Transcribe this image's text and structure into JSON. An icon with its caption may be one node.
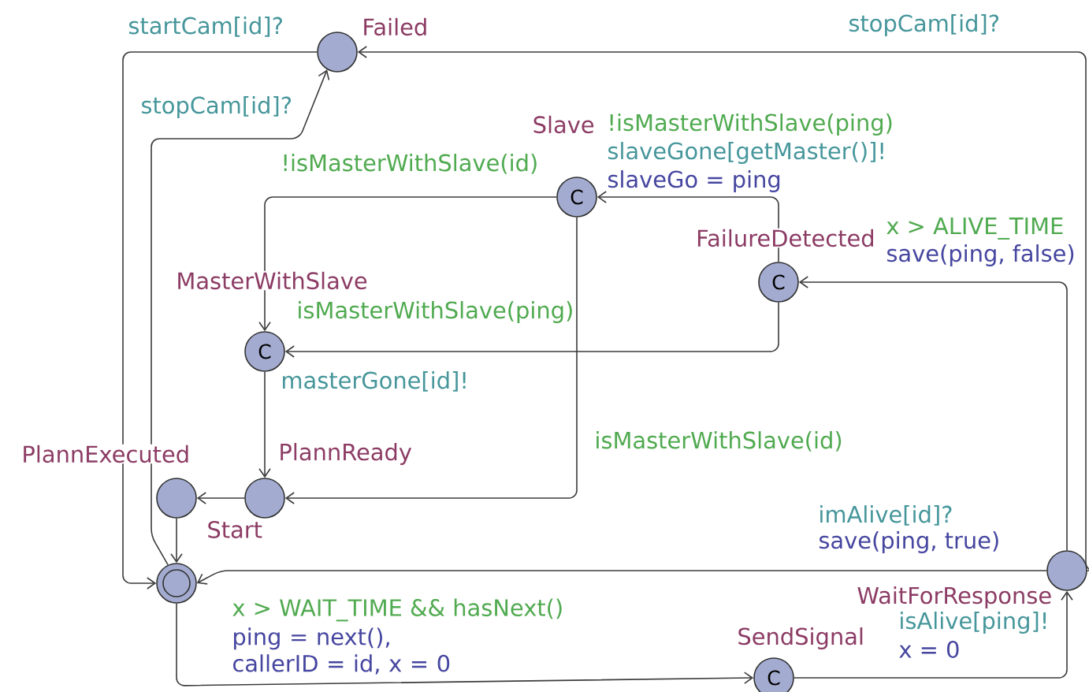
{
  "diagram": {
    "nodes": [
      {
        "text": [],
        "shape": "circle",
        "beside": [
          "Failed"
        ]
      },
      {
        "text": [
          "C"
        ],
        "beside": [
          "Slave"
        ]
      },
      {
        "text": [
          "C"
        ],
        "beside": [
          "FailureDetected"
        ]
      },
      {
        "text": [
          "C"
        ],
        "beside": [
          "MasterWithSlave"
        ]
      },
      {
        "text": [],
        "shape": "circle",
        "beside": [
          "PlannExecuted"
        ]
      },
      {
        "text": [],
        "shape": "circle",
        "beside": [
          "PlannReady"
        ]
      },
      {
        "text": [],
        "shape": "circle"
      },
      {
        "text": [
          "C"
        ],
        "beside": [
          "SendSignal"
        ]
      },
      {
        "text": [],
        "shape": "circle",
        "beside": [
          "WaitForResponse"
        ]
      }
    ],
    "edges": [
      {
        "from": 0,
        "to": 6,
        "arrow": "to",
        "label": "startCam[id]?"
      },
      {
        "from": 6,
        "to": 0,
        "arrow": "to",
        "label": "stopCam[id]?"
      },
      {
        "from": 8,
        "to": 0,
        "arrow": "to",
        "label": "stopCam[id]?"
      },
      {
        "from": 1,
        "to": 3,
        "arrow": "to",
        "label": "!isMasterWithSlave(id)"
      },
      {
        "from": 2,
        "to": 1,
        "arrow": "to",
        "label": "!isMasterWithSlave(ping)"
      },
      {
        "from": 2,
        "to": 3,
        "arrow": "to",
        "label": "isMasterWithSlave(ping)"
      },
      {
        "from": 8,
        "to": 2,
        "arrow": "to",
        "label": "x > ALIVE_TIME"
      },
      {
        "from": 3,
        "to": 5,
        "arrow": "to",
        "label": "masterGone[id]!"
      },
      {
        "from": 1,
        "to": 5,
        "arrow": "to",
        "label": "isMasterWithSlave(id)"
      },
      {
        "from": 5,
        "to": 4,
        "arrow": "to"
      },
      {
        "from": 4,
        "to": 6,
        "arrow": "to"
      },
      {
        "from": 8,
        "to": 6,
        "arrow": "to",
        "label": "imAlive[id]?"
      },
      {
        "from": 6,
        "to": 7,
        "arrow": "to",
        "label": "x > WAIT_TIME && hasNext()"
      },
      {
        "from": 7,
        "to": 8,
        "arrow": "to",
        "label": "isAlive[ping]!"
      }
    ],
    "labels": [
      "slaveGone[getMaster()]!",
      "slaveGo = ping",
      "save(ping, false)",
      "save(ping, true)",
      "ping = next(), callerID = id, x = 0",
      "x = 0",
      "Start"
    ]
  }
}
